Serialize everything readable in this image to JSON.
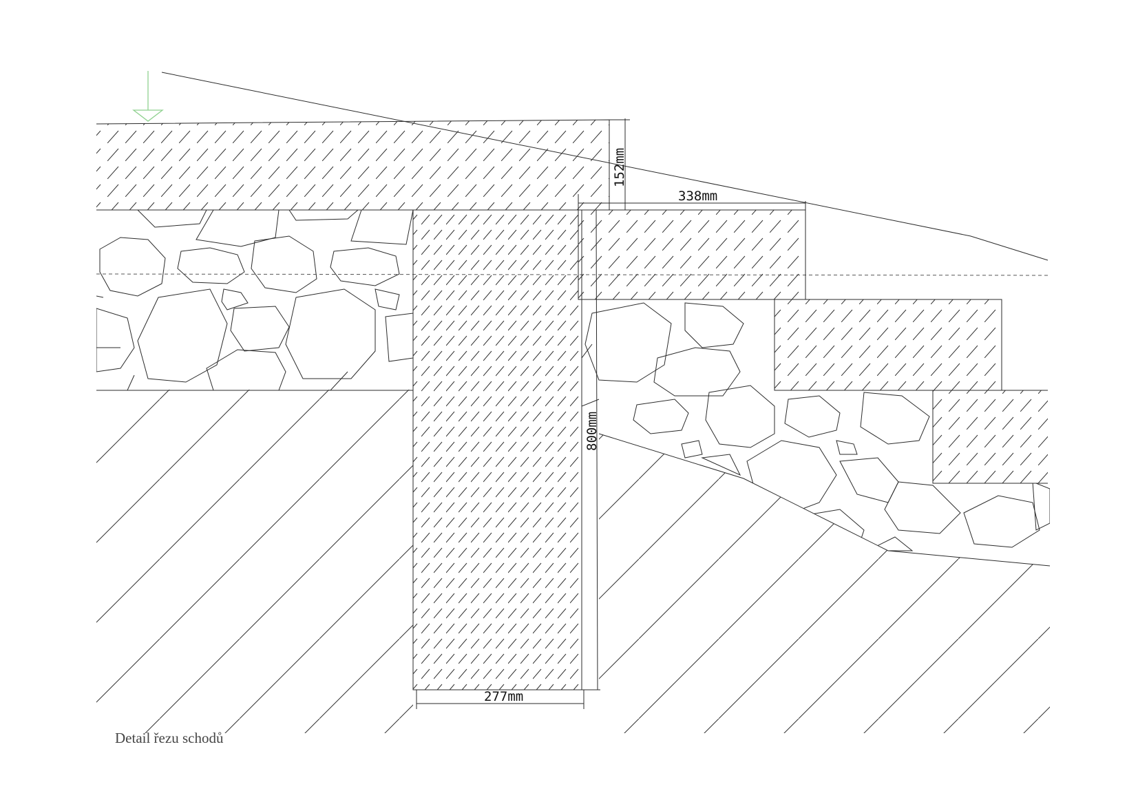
{
  "caption": "Detail řezu schodů",
  "dimensions": {
    "tread_depth": "338mm",
    "step_height": "152mm",
    "foundation_depth": "800mm",
    "foundation_width": "277mm"
  },
  "colors": {
    "line": "#2a2a2a",
    "level_marker": "#8fd18f",
    "axis_dash": "#555555",
    "text": "#111111"
  }
}
